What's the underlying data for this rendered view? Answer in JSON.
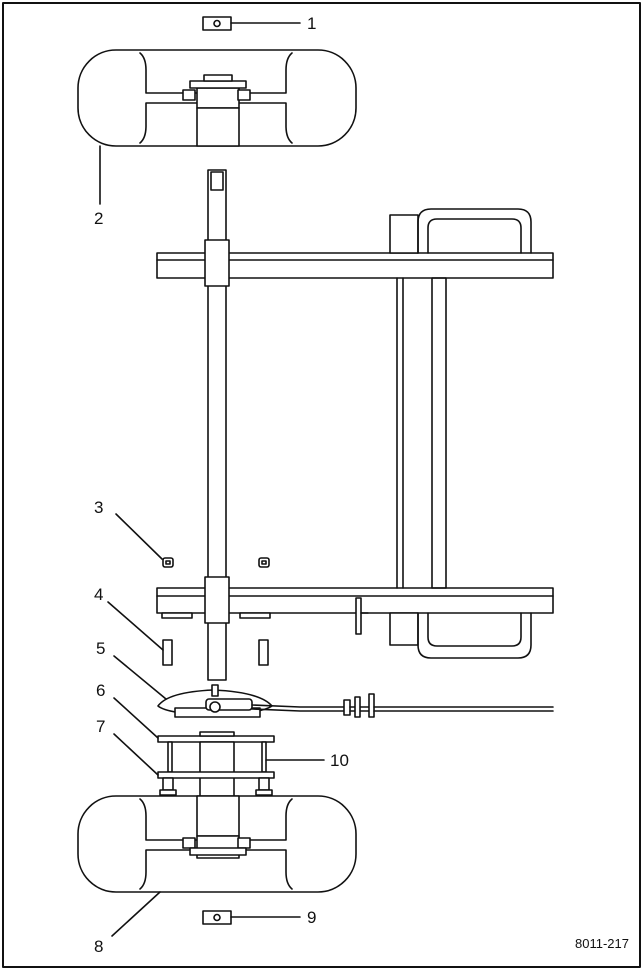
{
  "callouts": [
    {
      "id": "1",
      "label": "1"
    },
    {
      "id": "2",
      "label": "2"
    },
    {
      "id": "3",
      "label": "3"
    },
    {
      "id": "4",
      "label": "4"
    },
    {
      "id": "5",
      "label": "5"
    },
    {
      "id": "6",
      "label": "6"
    },
    {
      "id": "7",
      "label": "7"
    },
    {
      "id": "8",
      "label": "8"
    },
    {
      "id": "9",
      "label": "9"
    },
    {
      "id": "10",
      "label": "10"
    }
  ],
  "figure_id": "8011-217",
  "colors": {
    "ink": "#111111",
    "fill": "#ffffff"
  }
}
